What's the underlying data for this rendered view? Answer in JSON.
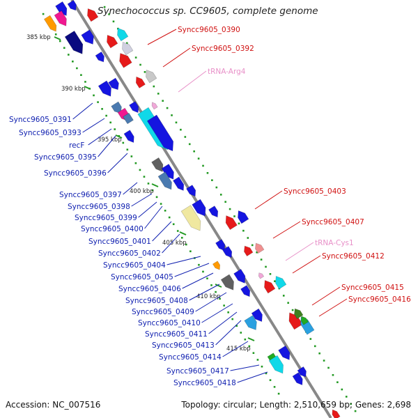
{
  "title": "Synechococcus sp. CC9605, complete genome",
  "accession": "Accession: NC_007516",
  "summary": "Topology: circular; Length: 2,510,659 bp; Genes: 2,698",
  "colors": {
    "left_label": "#1020b0",
    "right_label": "#d01010",
    "trna_label": "#e890c8",
    "backbone": "#888888",
    "tick": "#229922"
  },
  "ruler": [
    "385 kbp",
    "390 kbp",
    "395 kbp",
    "400 kbp",
    "405 kbp",
    "410 kbp",
    "415 kbp"
  ],
  "left_labels": [
    "Syncc9605_0391",
    "Syncc9605_0393",
    "recF",
    "Syncc9605_0395",
    "Syncc9605_0396",
    "Syncc9605_0397",
    "Syncc9605_0398",
    "Syncc9605_0399",
    "Syncc9605_0400",
    "Syncc9605_0401",
    "Syncc9605_0402",
    "Syncc9605_0404",
    "Syncc9605_0405",
    "Syncc9605_0406",
    "Syncc9605_0408",
    "Syncc9605_0409",
    "Syncc9605_0410",
    "Syncc9605_0411",
    "Syncc9605_0413",
    "Syncc9605_0414",
    "Syncc9605_0417",
    "Syncc9605_0418"
  ],
  "right_labels": [
    "Syncc9605_0390",
    "Syncc9605_0392",
    "tRNA-Arg4",
    "Syncc9605_0403",
    "Syncc9605_0407",
    "tRNA-Cys1",
    "Syncc9605_0412",
    "Syncc9605_0415",
    "Syncc9605_0416"
  ],
  "trna_labels": [
    "tRNA-Arg4",
    "tRNA-Cys1"
  ]
}
